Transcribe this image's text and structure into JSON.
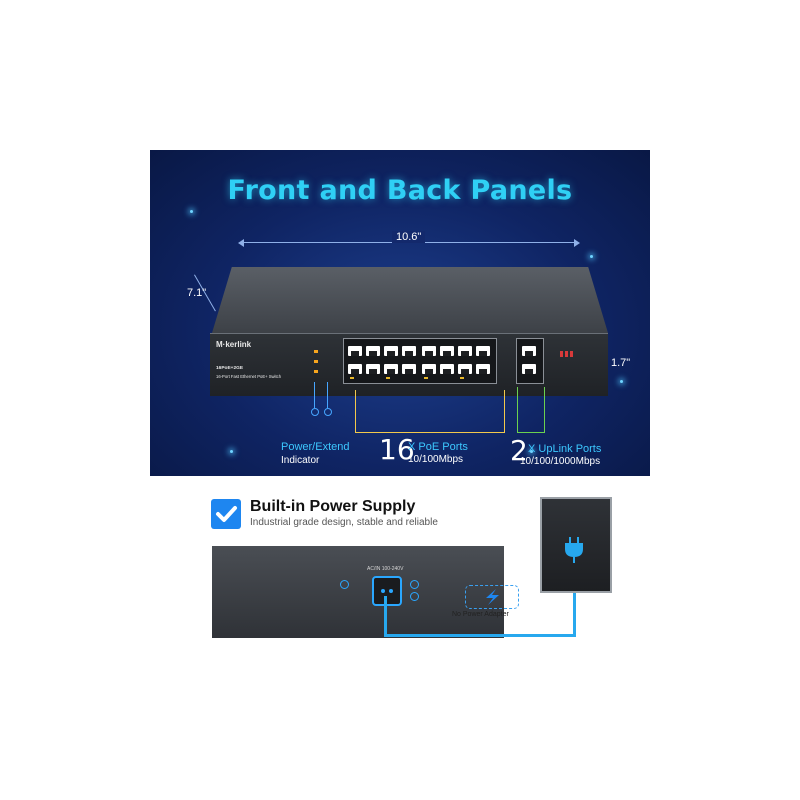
{
  "panel": {
    "title": "Front and Back Panels",
    "width": "10.6\"",
    "depth": "7.1\"",
    "height": "1.7\""
  },
  "switch": {
    "brand": "M·kerlink",
    "model": "16PoE+2GE",
    "description": "16-Port Fast Ethernet PoE+ Switch"
  },
  "labels": {
    "power_line1": "Power/Extend",
    "power_line2": "Indicator",
    "poe_count": "16",
    "poe_label": "X PoE Ports",
    "poe_speed": "10/100Mbps",
    "uplink_count": "2",
    "uplink_label": "X UpLink Ports",
    "uplink_speed": "10/100/1000Mbps"
  },
  "power": {
    "title": "Built-in Power Supply",
    "subtitle": "Industrial grade design, stable and reliable",
    "ac_label": "AC/IN 100-240V",
    "no_adapter": "No Power Adapter"
  },
  "colors": {
    "accent_cyan": "#2fd0f5",
    "poe_yellow": "#f2c94c",
    "uplink_green": "#6bd14f",
    "cable_blue": "#27a8ee"
  }
}
